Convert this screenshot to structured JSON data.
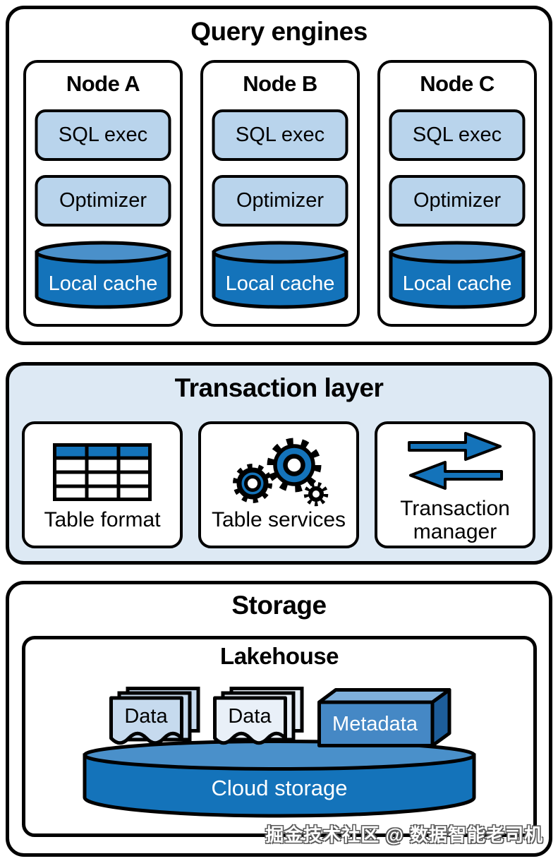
{
  "diagram": {
    "query_engines": {
      "title": "Query engines",
      "nodes": [
        {
          "title": "Node A",
          "components": [
            "SQL exec",
            "Optimizer"
          ],
          "cache_label": "Local cache"
        },
        {
          "title": "Node B",
          "components": [
            "SQL exec",
            "Optimizer"
          ],
          "cache_label": "Local cache"
        },
        {
          "title": "Node C",
          "components": [
            "SQL exec",
            "Optimizer"
          ],
          "cache_label": "Local cache"
        }
      ]
    },
    "transaction_layer": {
      "title": "Transaction layer",
      "items": [
        {
          "label": "Table format",
          "icon": "table-icon"
        },
        {
          "label": "Table services",
          "icon": "gears-icon"
        },
        {
          "label": "Transaction manager",
          "icon": "transfer-arrows-icon"
        }
      ]
    },
    "storage": {
      "title": "Storage",
      "lakehouse": {
        "title": "Lakehouse",
        "data_stacks": [
          {
            "label": "Data"
          },
          {
            "label": "Data"
          }
        ],
        "metadata": {
          "label": "Metadata"
        },
        "cloud_storage": {
          "label": "Cloud storage"
        }
      }
    },
    "watermark": {
      "text": "掘金技术社区 @ 数据智能老司机"
    }
  },
  "colors": {
    "primary_blue": "#1473ba",
    "light_blue_chip": "#b9d4ec",
    "cylinder_top_blue": "#4a90ca",
    "transaction_layer_bg": "#dde9f4",
    "metadata_front": "#4588c5",
    "metadata_top": "#7fb0dc",
    "metadata_side": "#1d5d9a",
    "data_stack_1_fill": "#c6daee",
    "data_stack_2_fill": "#e9f0f8",
    "outline": "#000000",
    "white_text": "#ffffff"
  }
}
